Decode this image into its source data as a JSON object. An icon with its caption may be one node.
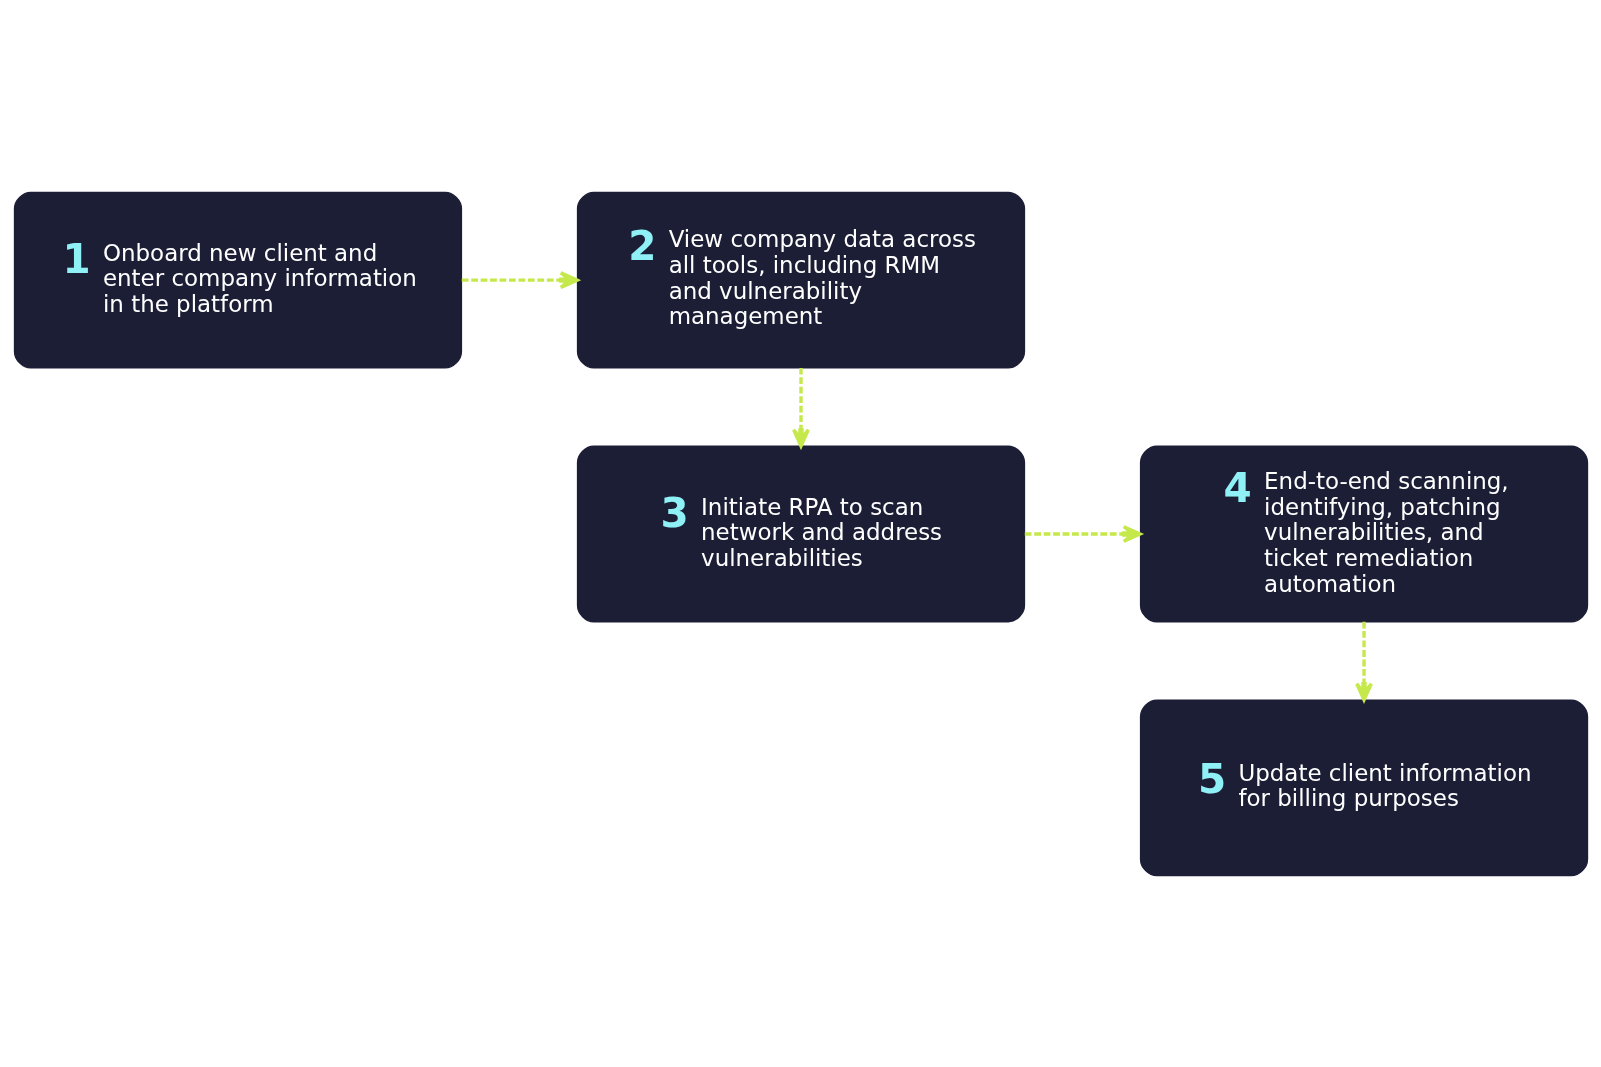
{
  "diagram": {
    "nodes": [
      {
        "text": [
          "1",
          "Onboard new client and enter company information in the platform"
        ]
      },
      {
        "text": [
          "2",
          "View company data across all tools, including RMM and vulnerability management"
        ]
      },
      {
        "text": [
          "3",
          "Initiate RPA to scan network and address vulnerabilities"
        ]
      },
      {
        "text": [
          "4",
          "End-to-end scanning, identifying, patching vulnerabilities, and ticket remediation automation"
        ]
      },
      {
        "text": [
          "5",
          "Update client information for billing purposes"
        ]
      }
    ],
    "edges": [
      {
        "from": 0,
        "to": 1,
        "arrow": "to",
        "style": "dashed"
      },
      {
        "from": 1,
        "to": 2,
        "arrow": "to",
        "style": "dashed"
      },
      {
        "from": 2,
        "to": 3,
        "arrow": "to",
        "style": "dashed"
      },
      {
        "from": 3,
        "to": 4,
        "arrow": "to",
        "style": "dashed"
      }
    ]
  }
}
